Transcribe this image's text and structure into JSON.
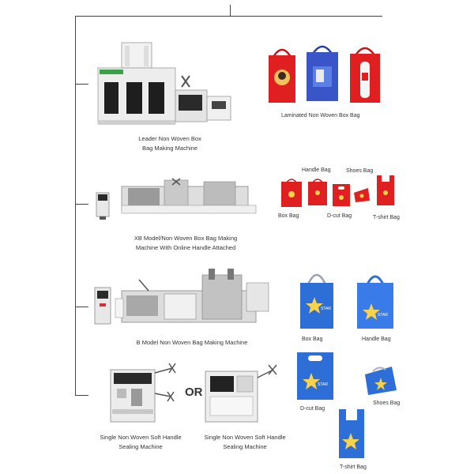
{
  "sections": [
    {
      "machine_caption": [
        "Leader Non Woven Box",
        "Bag Making Machine"
      ],
      "bag_caption": "Laminated Non Woven Box Bag"
    },
    {
      "machine_caption": [
        "XB Model/Non Woven Box Bag Making",
        "Machine With Online Handle Attached"
      ],
      "bag_labels": {
        "handle_bag": "Handle Bag",
        "shoes_bag": "Shoes Bag",
        "box_bag": "Box Bag",
        "dcut_bag": "D-cut Bag",
        "tshirt_bag": "T-shirt Bag"
      }
    },
    {
      "machine_caption": [
        "B Model Non Woven Bag Making Machine"
      ],
      "bag_labels": {
        "box_bag": "Box Bag",
        "handle_bag": "Handle Bag"
      }
    },
    {
      "machine_caption_left": [
        "Single Non Woven Soft Handle",
        "Sealing Machine"
      ],
      "machine_caption_right": [
        "Single Non Woven Soft Handle",
        "Sealing Machine"
      ],
      "or_text": "OR",
      "bag_labels": {
        "dcut_bag": "D-cut Bag",
        "shoes_bag": "Shoes Bag",
        "tshirt_bag": "T-shirt Bag"
      }
    }
  ],
  "star_brand": "STAR",
  "colors": {
    "connector": "#444444",
    "red_bag": "#e02020",
    "blue_bag": "#3a55c8",
    "royal_bag": "#2d6fd6",
    "machine_body": "#e8e8e8",
    "machine_dark": "#222222"
  }
}
